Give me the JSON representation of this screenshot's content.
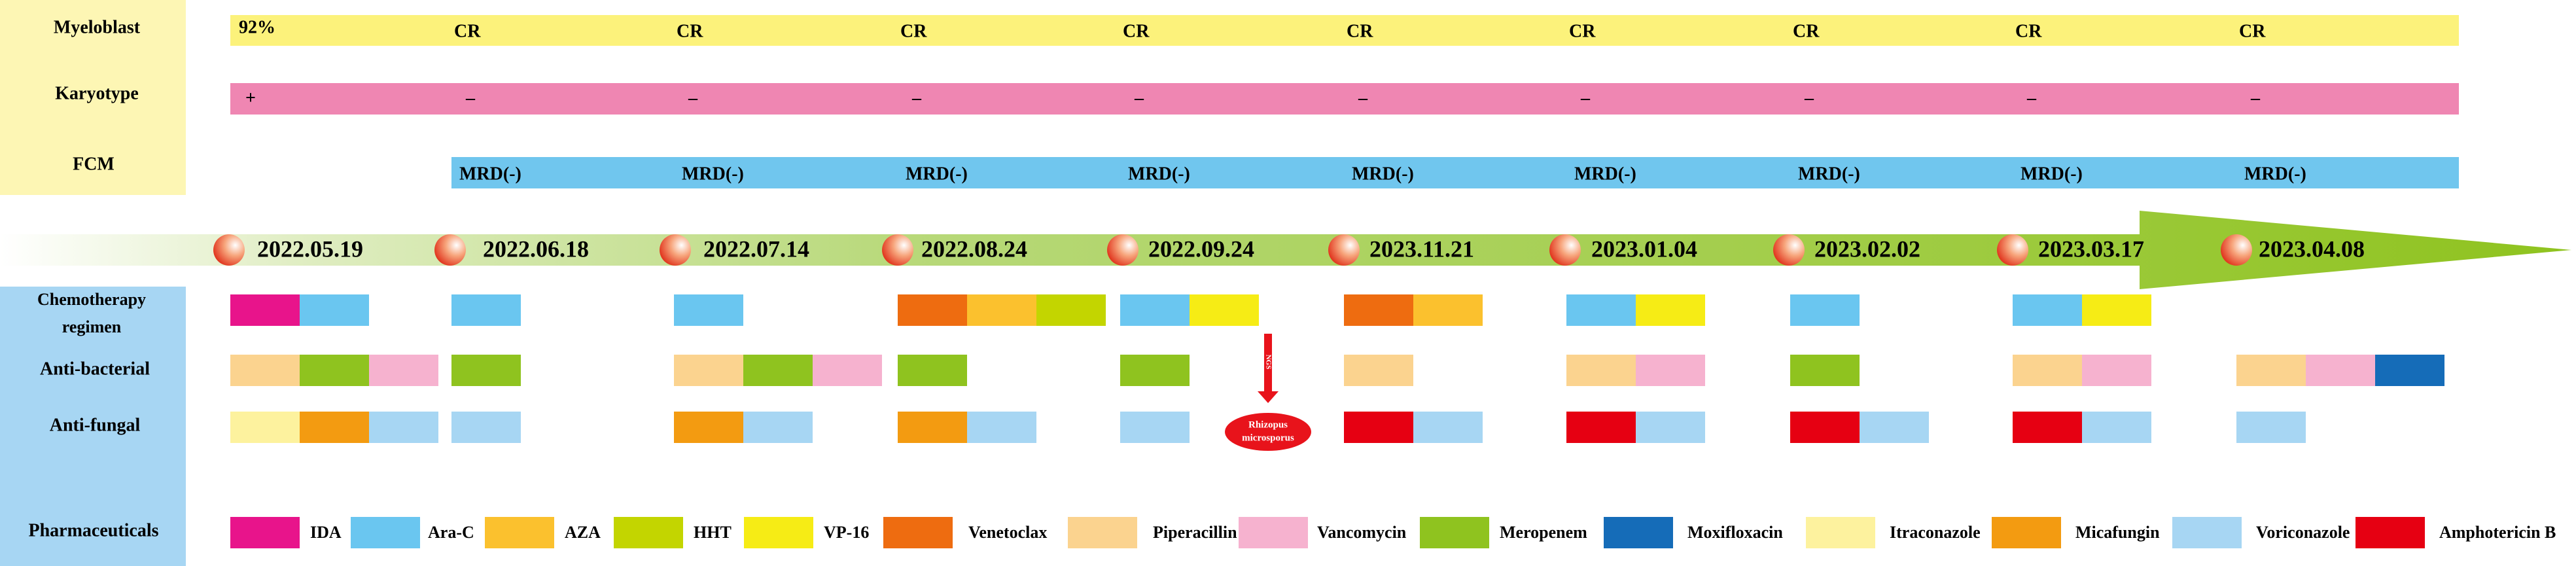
{
  "rows": {
    "myeloblast": {
      "label": "Myeloblast",
      "values": [
        "92%",
        "CR",
        "CR",
        "CR",
        "CR",
        "CR",
        "CR",
        "CR",
        "CR",
        "CR"
      ]
    },
    "karyotype": {
      "label": "Karyotype",
      "values": [
        "+",
        "–",
        "–",
        "–",
        "–",
        "–",
        "–",
        "–",
        "–",
        "–"
      ]
    },
    "fcm": {
      "label": "FCM",
      "values": [
        "",
        "MRD(-)",
        "MRD(-)",
        "MRD(-)",
        "MRD(-)",
        "MRD(-)",
        "MRD(-)",
        "MRD(-)",
        "MRD(-)",
        "MRD(-)"
      ]
    }
  },
  "timeline": {
    "dates": [
      "2022.05.19",
      "2022.06.18",
      "2022.07.14",
      "2022.08.24",
      "2022.09.24",
      "2023.11.21",
      "2023.01.04",
      "2023.02.02",
      "2023.03.17",
      "2023.04.08"
    ]
  },
  "treatment_rows": {
    "chemo": {
      "label_lines": [
        "Chemotherapy",
        "regimen"
      ],
      "cells": [
        [
          "IDA",
          "Ara-C"
        ],
        [
          "Ara-C"
        ],
        [
          "Ara-C"
        ],
        [
          "Venetoclax",
          "AZA",
          "HHT"
        ],
        [
          "Ara-C",
          "VP-16"
        ],
        [
          "Venetoclax",
          "AZA"
        ],
        [
          "Ara-C",
          "VP-16"
        ],
        [
          "Ara-C"
        ],
        [
          "Ara-C",
          "VP-16"
        ],
        []
      ]
    },
    "antibacterial": {
      "label": "Anti-bacterial",
      "cells": [
        [
          "Piperacillin",
          "Meropenem",
          "Vancomycin"
        ],
        [
          "Meropenem"
        ],
        [
          "Piperacillin",
          "Meropenem",
          "Vancomycin"
        ],
        [
          "Meropenem"
        ],
        [
          "Meropenem"
        ],
        [
          "Piperacillin"
        ],
        [
          "Piperacillin",
          "Vancomycin"
        ],
        [
          "Meropenem"
        ],
        [
          "Piperacillin",
          "Vancomycin"
        ],
        [
          "Piperacillin",
          "Vancomycin",
          "Moxifloxacin"
        ]
      ]
    },
    "antifungal": {
      "label": "Anti-fungal",
      "cells": [
        [
          "Itraconazole",
          "Micafungin",
          "Voriconazole"
        ],
        [
          "Voriconazole"
        ],
        [
          "Micafungin",
          "Voriconazole"
        ],
        [
          "Micafungin",
          "Voriconazole"
        ],
        [
          "Voriconazole"
        ],
        [
          "Amphotericin B",
          "Voriconazole"
        ],
        [
          "Amphotericin B",
          "Voriconazole"
        ],
        [
          "Amphotericin B",
          "Voriconazole"
        ],
        [
          "Amphotericin B",
          "Voriconazole"
        ],
        [
          "Voriconazole"
        ]
      ]
    }
  },
  "event": {
    "label_lines": [
      "Rhizopus",
      "microsporus"
    ],
    "arrow_text": "NGS",
    "color": "#e8131b"
  },
  "legend": {
    "title": "Pharmaceuticals",
    "items": [
      {
        "name": "IDA",
        "color": "#e8148b"
      },
      {
        "name": "Ara-C",
        "color": "#6ac6f0"
      },
      {
        "name": "AZA",
        "color": "#fbc12e"
      },
      {
        "name": "HHT",
        "color": "#c3d500"
      },
      {
        "name": "VP-16",
        "color": "#f6ec15"
      },
      {
        "name": "Venetoclax",
        "color": "#ee6c10"
      },
      {
        "name": "Piperacillin",
        "color": "#fbd38f"
      },
      {
        "name": "Vancomycin",
        "color": "#f6b2cf"
      },
      {
        "name": "Meropenem",
        "color": "#8fc31f"
      },
      {
        "name": "Moxifloxacin",
        "color": "#156cb8"
      },
      {
        "name": "Itraconazole",
        "color": "#fdf29e"
      },
      {
        "name": "Micafungin",
        "color": "#f39b11"
      },
      {
        "name": "Voriconazole",
        "color": "#a7d6f3"
      },
      {
        "name": "Amphotericin B",
        "color": "#e60012"
      }
    ]
  },
  "colors": {
    "label_column": "#fdf6b4",
    "label_column_lower": "#a7d6f3",
    "myeloblast_bar": "#fcf27b",
    "karyotype_bar": "#ef86b2",
    "fcm_bar": "#70c6ee",
    "arrow": "#8fc31f",
    "text": "#000000"
  }
}
